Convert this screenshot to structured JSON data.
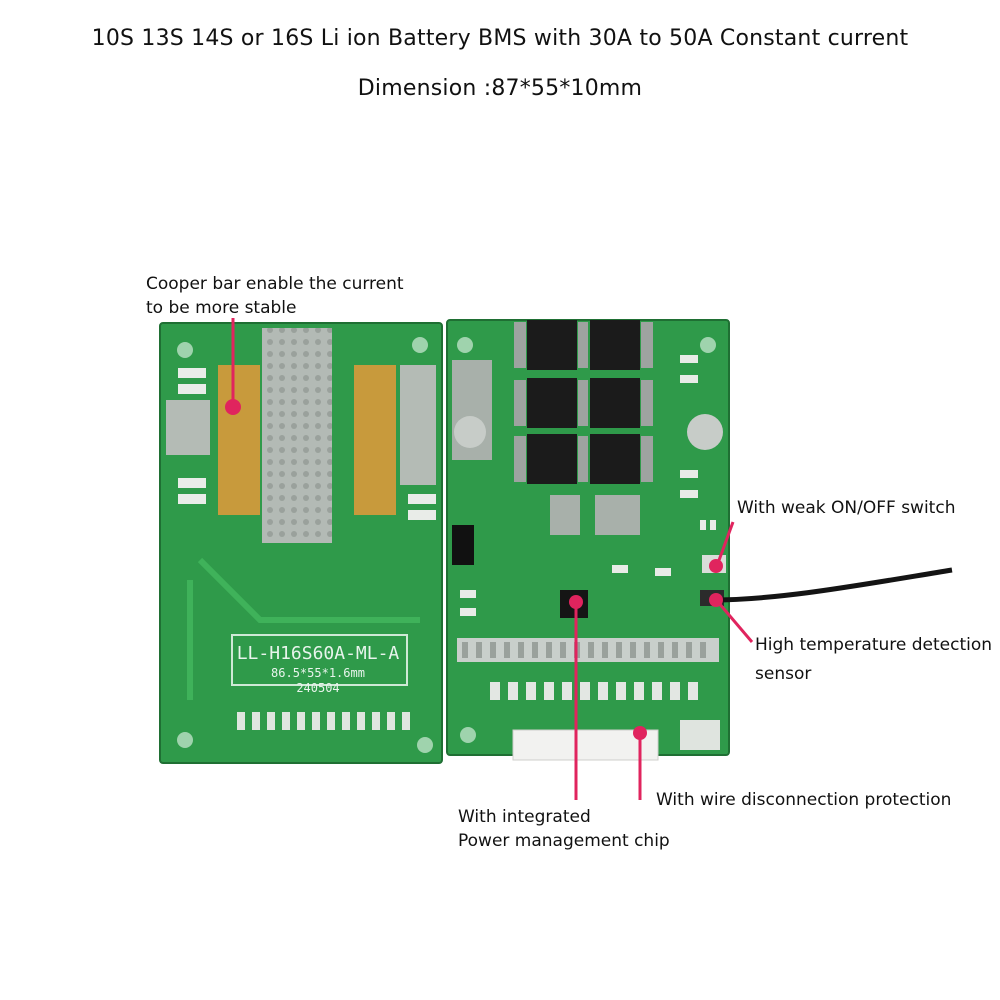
{
  "header": {
    "title": "10S 13S 14S or 16S Li ion Battery BMS with 30A to 50A Constant current",
    "dimension": "Dimension :87*55*10mm"
  },
  "board_left": {
    "model": "LL-H16S60A-ML-A",
    "size": "86.5*55*1.6mm",
    "date_code": "240504"
  },
  "callouts": {
    "copper_bar": {
      "line1": "Cooper bar enable the current",
      "line2": "to be more stable"
    },
    "switch": {
      "text": "With weak ON/OFF switch"
    },
    "temp_sensor": {
      "line1": "High temperature detection",
      "line2": "sensor"
    },
    "chip": {
      "line1": "With integrated",
      "line2": "Power management chip"
    },
    "wire_protection": {
      "text": "With wire disconnection protection"
    }
  },
  "colors": {
    "pcb_green": "#2f9a4a",
    "pcb_dark": "#237a39",
    "copper": "#c89a3c",
    "pointer": "#e0245e"
  }
}
